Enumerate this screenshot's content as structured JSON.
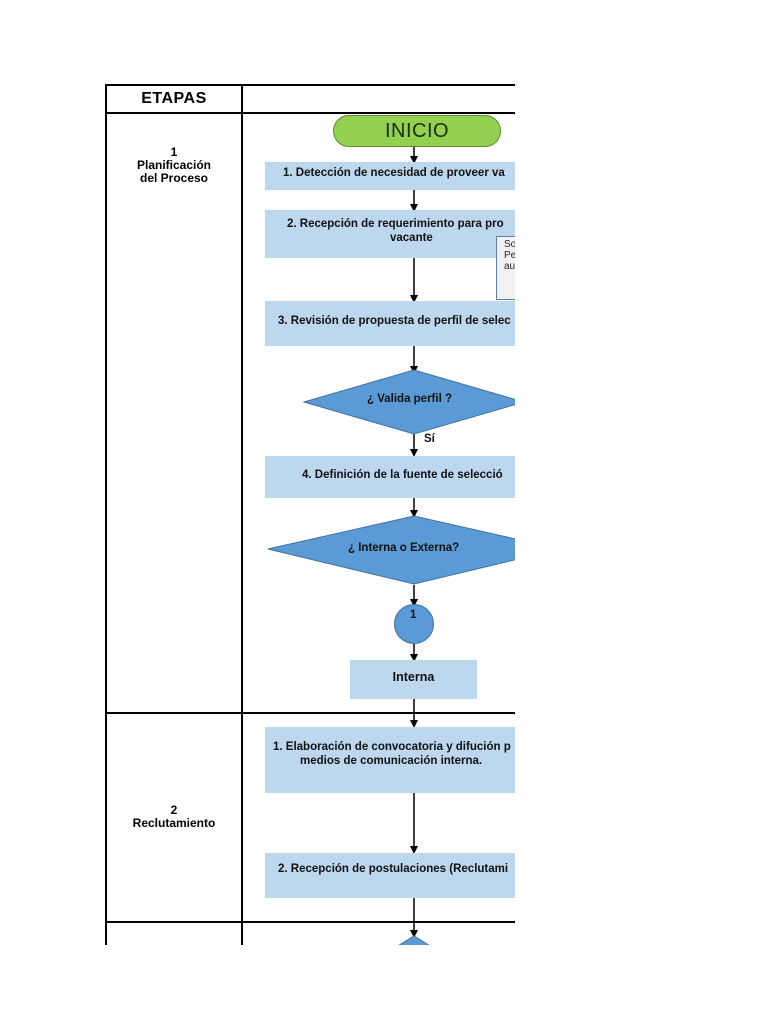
{
  "header": {
    "stages_title": "ETAPAS"
  },
  "stages": [
    {
      "number": "1",
      "line1": "Planificación",
      "line2": "del Proceso"
    },
    {
      "number": "2",
      "line1": "Reclutamiento"
    }
  ],
  "flow": {
    "start": "INICIO",
    "step1_1": "1. Detección de necesidad de proveer va",
    "step1_2_line1": "2. Recepción de requerimiento para  pro",
    "step1_2_line2": "vacante",
    "note_line1": "So",
    "note_line2": "Pe",
    "note_line3": "au",
    "step1_3": "3. Revisión de propuesta de perfil de selec",
    "decision1": "¿ Valida perfil ?",
    "decision1_yes": "Sí",
    "step1_4": "4. Definición de la fuente de selecció",
    "decision2": "¿ Interna o Externa?",
    "connector": "1",
    "branch_internal": "Interna",
    "step2_1_line1": "1. Elaboración de convocatoria y difución p",
    "step2_1_line2": "medios de comunicación interna.",
    "step2_2": "2. Recepción de postulaciones (Reclutami"
  },
  "colors": {
    "box_fill": "#bdd7ee",
    "decision_fill": "#5b9bd5",
    "start_fill": "#92d050",
    "line": "#000000"
  }
}
